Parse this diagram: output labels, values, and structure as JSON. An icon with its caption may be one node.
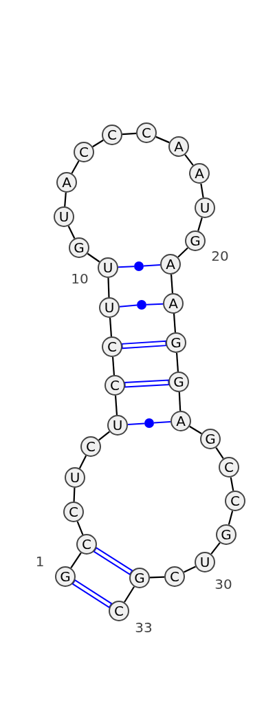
{
  "diagram": {
    "nodes": [
      {
        "text": [
          "G"
        ],
        "beside": [
          "1"
        ]
      },
      {
        "text": [
          "C"
        ]
      },
      {
        "text": [
          "C"
        ]
      },
      {
        "text": [
          "U"
        ]
      },
      {
        "text": [
          "C"
        ]
      },
      {
        "text": [
          "U"
        ]
      },
      {
        "text": [
          "C"
        ]
      },
      {
        "text": [
          "C"
        ]
      },
      {
        "text": [
          "U"
        ]
      },
      {
        "text": [
          "U"
        ],
        "beside": [
          "10"
        ]
      },
      {
        "text": [
          "G"
        ]
      },
      {
        "text": [
          "U"
        ]
      },
      {
        "text": [
          "A"
        ]
      },
      {
        "text": [
          "C"
        ]
      },
      {
        "text": [
          "C"
        ]
      },
      {
        "text": [
          "C"
        ]
      },
      {
        "text": [
          "A"
        ]
      },
      {
        "text": [
          "A"
        ]
      },
      {
        "text": [
          "U"
        ]
      },
      {
        "text": [
          "G"
        ],
        "beside": [
          "20"
        ]
      },
      {
        "text": [
          "A"
        ]
      },
      {
        "text": [
          "A"
        ]
      },
      {
        "text": [
          "G"
        ]
      },
      {
        "text": [
          "G"
        ]
      },
      {
        "text": [
          "A"
        ]
      },
      {
        "text": [
          "G"
        ]
      },
      {
        "text": [
          "C"
        ]
      },
      {
        "text": [
          "C"
        ]
      },
      {
        "text": [
          "G"
        ]
      },
      {
        "text": [
          "U"
        ],
        "beside": [
          "30"
        ]
      },
      {
        "text": [
          "C"
        ]
      },
      {
        "text": [
          "G"
        ]
      },
      {
        "text": [
          "C"
        ],
        "beside": [
          "33"
        ]
      },
      {
        "text": [],
        "shape": "circle"
      },
      {
        "text": [],
        "shape": "circle"
      },
      {
        "text": [],
        "shape": "circle"
      }
    ],
    "edges": [
      {
        "from": 0,
        "to": 1,
        "arrow": "none"
      },
      {
        "from": 1,
        "to": 2,
        "arrow": "none"
      },
      {
        "from": 2,
        "to": 3,
        "arrow": "none"
      },
      {
        "from": 3,
        "to": 4,
        "arrow": "none"
      },
      {
        "from": 4,
        "to": 5,
        "arrow": "none"
      },
      {
        "from": 5,
        "to": 6,
        "arrow": "none"
      },
      {
        "from": 6,
        "to": 7,
        "arrow": "none"
      },
      {
        "from": 7,
        "to": 8,
        "arrow": "none"
      },
      {
        "from": 8,
        "to": 9,
        "arrow": "none"
      },
      {
        "from": 9,
        "to": 10,
        "arrow": "none"
      },
      {
        "from": 10,
        "to": 11,
        "arrow": "none"
      },
      {
        "from": 11,
        "to": 12,
        "arrow": "none"
      },
      {
        "from": 12,
        "to": 13,
        "arrow": "none"
      },
      {
        "from": 13,
        "to": 14,
        "arrow": "none"
      },
      {
        "from": 14,
        "to": 15,
        "arrow": "none"
      },
      {
        "from": 15,
        "to": 16,
        "arrow": "none"
      },
      {
        "from": 16,
        "to": 17,
        "arrow": "none"
      },
      {
        "from": 17,
        "to": 18,
        "arrow": "none"
      },
      {
        "from": 18,
        "to": 19,
        "arrow": "none"
      },
      {
        "from": 19,
        "to": 20,
        "arrow": "none"
      },
      {
        "from": 20,
        "to": 21,
        "arrow": "none"
      },
      {
        "from": 21,
        "to": 22,
        "arrow": "none"
      },
      {
        "from": 22,
        "to": 23,
        "arrow": "none"
      },
      {
        "from": 23,
        "to": 24,
        "arrow": "none"
      },
      {
        "from": 24,
        "to": 25,
        "arrow": "none"
      },
      {
        "from": 25,
        "to": 26,
        "arrow": "none"
      },
      {
        "from": 26,
        "to": 27,
        "arrow": "none"
      },
      {
        "from": 27,
        "to": 28,
        "arrow": "none"
      },
      {
        "from": 28,
        "to": 29,
        "arrow": "none"
      },
      {
        "from": 29,
        "to": 30,
        "arrow": "none"
      },
      {
        "from": 30,
        "to": 31,
        "arrow": "none"
      },
      {
        "from": 31,
        "to": 32,
        "arrow": "none"
      },
      {
        "from": 9,
        "to": 33,
        "arrow": "none",
        "color": "#0000ff"
      },
      {
        "from": 33,
        "to": 20,
        "arrow": "none",
        "color": "#0000ff"
      },
      {
        "from": 8,
        "to": 34,
        "arrow": "none",
        "color": "#0000ff"
      },
      {
        "from": 34,
        "to": 21,
        "arrow": "none",
        "color": "#0000ff"
      },
      {
        "from": 7,
        "to": 22,
        "arrow": "none",
        "style": "thick",
        "color": "#0000ff"
      },
      {
        "from": 6,
        "to": 23,
        "arrow": "none",
        "style": "thick",
        "color": "#0000ff"
      },
      {
        "from": 5,
        "to": 35,
        "arrow": "none",
        "color": "#0000ff"
      },
      {
        "from": 35,
        "to": 24,
        "arrow": "none",
        "color": "#0000ff"
      },
      {
        "from": 1,
        "to": 31,
        "arrow": "none",
        "style": "thick",
        "color": "#0000ff"
      },
      {
        "from": 0,
        "to": 32,
        "arrow": "none",
        "style": "thick",
        "color": "#0000ff"
      }
    ]
  }
}
